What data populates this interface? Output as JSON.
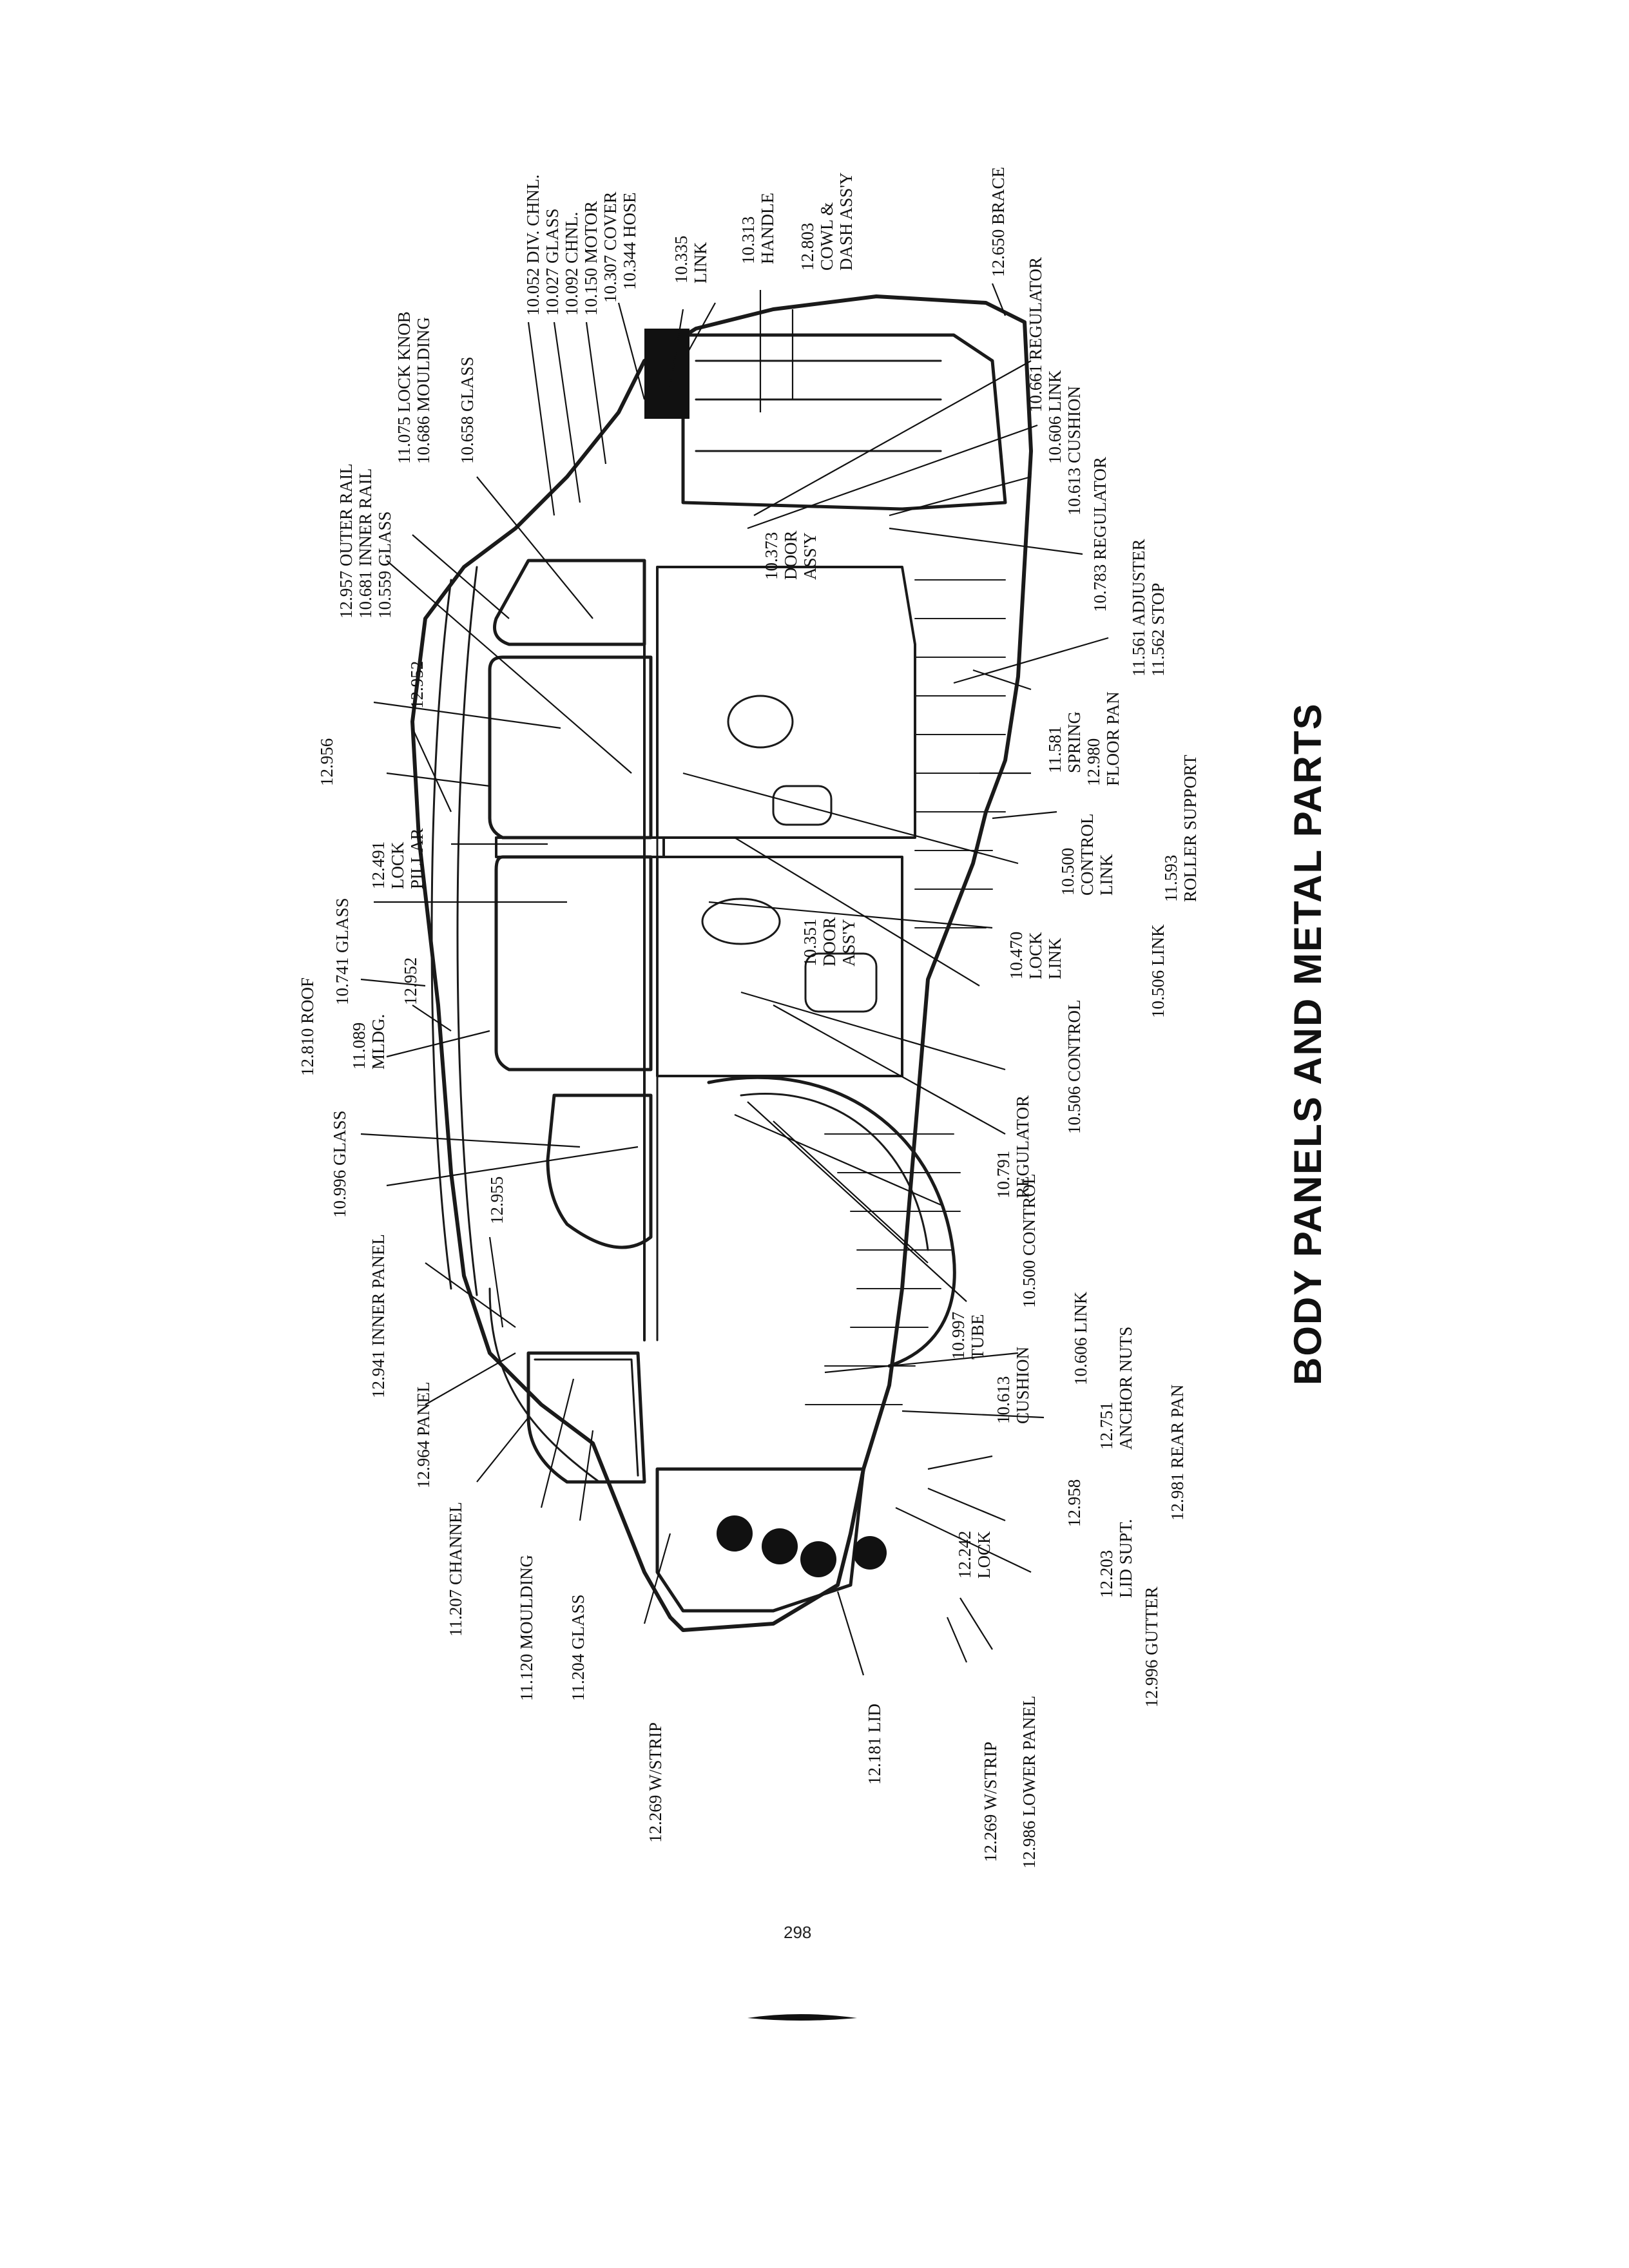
{
  "title": "BODY PANELS AND METAL PARTS",
  "page_number": "298",
  "labels": [
    "12.650  BRACE",
    "12.803",
    "COWL &",
    "DASH ASS'Y",
    "10.313",
    "HANDLE",
    "10.335",
    "LINK",
    "10.344  HOSE",
    "10.307  COVER",
    "10.150  MOTOR",
    "10.092  CHNL.",
    "10.027  GLASS",
    "10.052  DIV. CHNL.",
    "10.658  GLASS",
    "10.686  MOULDING",
    "11.075  LOCK KNOB",
    "10.559  GLASS",
    "10.681  INNER RAIL",
    "12.957  OUTER RAIL",
    "12.956",
    "12.952",
    "12.491",
    "LOCK",
    "PILLAR",
    "10.741  GLASS",
    "12.810  ROOF",
    "12.952",
    "11.089",
    "MLDG.",
    "10.996  GLASS",
    "12.955",
    "12.941  INNER PANEL",
    "12.964  PANEL",
    "11.207  CHANNEL",
    "11.120  MOULDING",
    "11.204  GLASS",
    "12.269  W/STRIP",
    "12.181  LID",
    "12.269  W/STRIP",
    "12.986  LOWER PANEL",
    "12.996  GUTTER",
    "12.203",
    "LID SUPT.",
    "12.242",
    "LOCK",
    "12.958",
    "12.981  REAR PAN",
    "12.751",
    "ANCHOR NUTS",
    "10.606  LINK",
    "10.613",
    "CUSHION",
    "10.997",
    "TUBE",
    "10.500  CONTROL",
    "10.791",
    "REGULATOR",
    "10.506  CONTROL",
    "10.506  LINK",
    "10.470",
    "LOCK",
    "LINK",
    "10.351",
    "DOOR",
    "ASS'Y",
    "10.500",
    "CONTROL",
    "LINK",
    "11.593",
    "ROLLER SUPPORT",
    "12.980",
    "FLOOR PAN",
    "11.581",
    "SPRING",
    "11.562  STOP",
    "11.561  ADJUSTER",
    "10.783  REGULATOR",
    "10.613  CUSHION",
    "10.606  LINK",
    "10.661  REGULATOR",
    "10.373",
    "DOOR",
    "ASS'Y"
  ]
}
